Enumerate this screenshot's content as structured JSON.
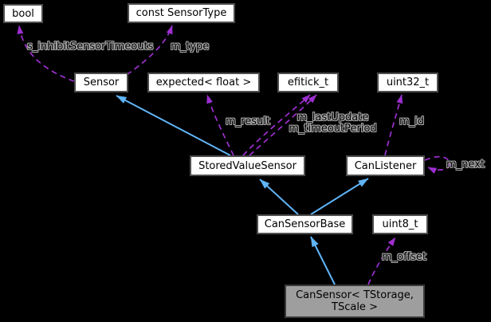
{
  "colors": {
    "background": "#000000",
    "node_fill": "#ffffff",
    "node_border": "#4e4e4e",
    "highlight_node_fill": "#9e9e9e",
    "inheritance_arrow": "#60b4f7",
    "member_arrow": "#9e2fd0",
    "label_halo": "#a8a8a8",
    "node_text": "#000000"
  },
  "graph": {
    "nodes": [
      {
        "id": "bool",
        "label": "bool"
      },
      {
        "id": "const-sensortype",
        "label": "const SensorType"
      },
      {
        "id": "sensor",
        "label": "Sensor"
      },
      {
        "id": "expected-float",
        "label": "expected< float >"
      },
      {
        "id": "efitick-t",
        "label": "efitick_t"
      },
      {
        "id": "uint32-t",
        "label": "uint32_t"
      },
      {
        "id": "storedvaluesensor",
        "label": "StoredValueSensor"
      },
      {
        "id": "canlistener",
        "label": "CanListener"
      },
      {
        "id": "cansensorbase",
        "label": "CanSensorBase"
      },
      {
        "id": "uint8-t",
        "label": "uint8_t"
      },
      {
        "id": "cansensor",
        "label_line1": "CanSensor< TStorage,",
        "label_line2": "TScale >"
      }
    ],
    "edge_labels": {
      "s_inhibitSensorTimeouts": "s_inhibitSensorTimeouts",
      "m_type": "m_type",
      "m_result": "m_result",
      "m_lastUpdate": "m_lastUpdate",
      "m_timeoutPeriod": "m_timeoutPeriod",
      "m_id": "m_id",
      "m_next": "m_next",
      "m_offset": "m_offset"
    }
  }
}
